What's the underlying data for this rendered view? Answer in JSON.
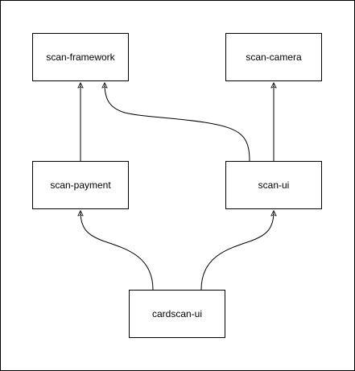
{
  "nodes": {
    "framework": "scan-framework",
    "camera": "scan-camera",
    "payment": "scan-payment",
    "ui": "scan-ui",
    "cardscan": "cardscan-ui"
  },
  "edges": [
    {
      "from": "payment",
      "to": "framework"
    },
    {
      "from": "ui",
      "to": "framework"
    },
    {
      "from": "ui",
      "to": "camera"
    },
    {
      "from": "cardscan",
      "to": "payment"
    },
    {
      "from": "cardscan",
      "to": "ui"
    }
  ],
  "colors": {
    "line": "#000000",
    "background": "#ffffff"
  }
}
